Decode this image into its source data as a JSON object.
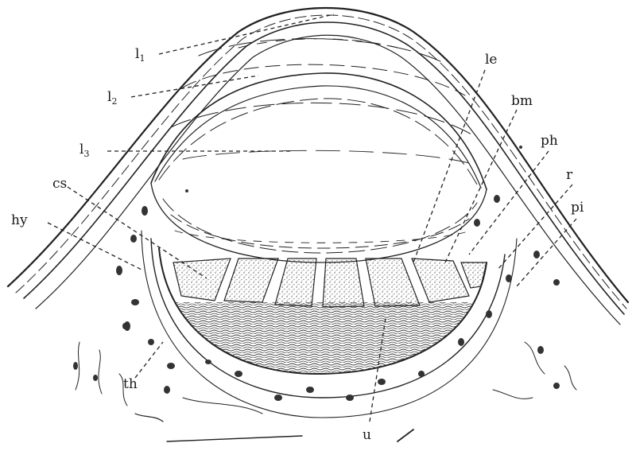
{
  "labels": {
    "l1": {
      "main": "l",
      "sub": "1"
    },
    "l2": {
      "main": "l",
      "sub": "2"
    },
    "l3": {
      "main": "l",
      "sub": "3"
    },
    "le": "le",
    "bm": "bm",
    "ph": "ph",
    "r": "r",
    "pi": "pi",
    "cs": "cs",
    "hy": "hy",
    "th": "th",
    "u": "u"
  },
  "colors": {
    "ink": "#222222",
    "paper": "#ffffff",
    "stipple": "#555555"
  }
}
